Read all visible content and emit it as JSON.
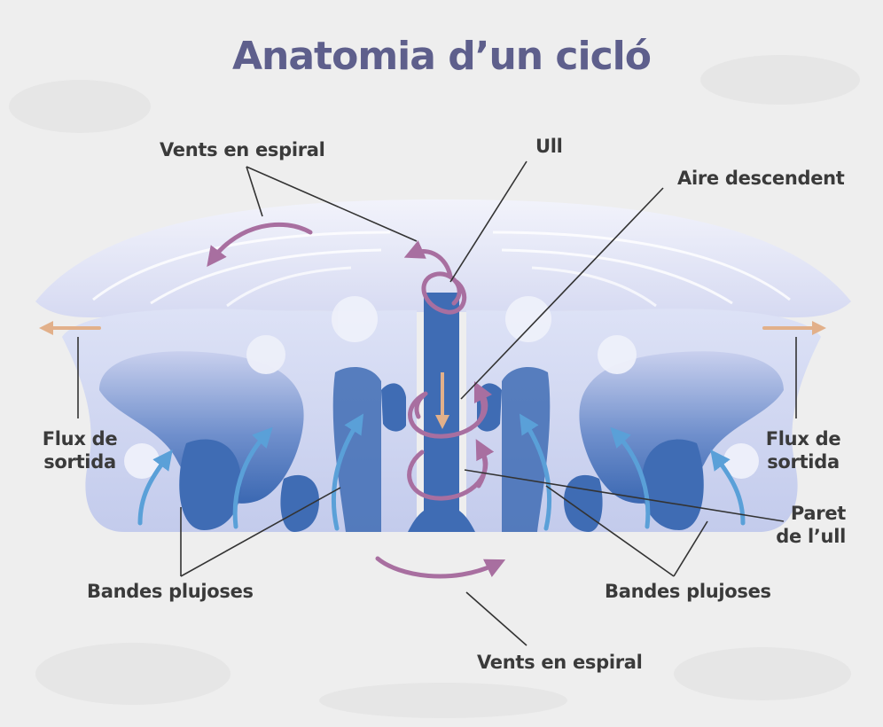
{
  "title": "Anatomia d’un cicló",
  "labels": {
    "spiral_winds_top": "Vents en espiral",
    "eye": "Ull",
    "descending_air": "Aire descendent",
    "outflow_left_1": "Flux de",
    "outflow_left_2": "sortida",
    "outflow_right_1": "Flux de",
    "outflow_right_2": "sortida",
    "eye_wall_1": "Paret",
    "eye_wall_2": "de l’ull",
    "rain_bands_left": "Bandes plujoses",
    "rain_bands_right": "Bandes plujoses",
    "spiral_winds_bottom": "Vents en espiral"
  },
  "colors": {
    "background": "#eeeeee",
    "title": "#5e5f8c",
    "label": "#3a3a3a",
    "cloud_light": "#eceffb",
    "cloud_dark": "#3f6cb4",
    "updraft_arrow": "#5aa0d8",
    "spiral_arrow": "#a86fa0",
    "outflow_arrow": "#e2b08a",
    "leader_line": "#333333"
  },
  "icons": {
    "spiral": "spiral-arrow-icon",
    "updraft": "updraft-arrow-icon",
    "outflow": "outflow-arrow-icon"
  }
}
